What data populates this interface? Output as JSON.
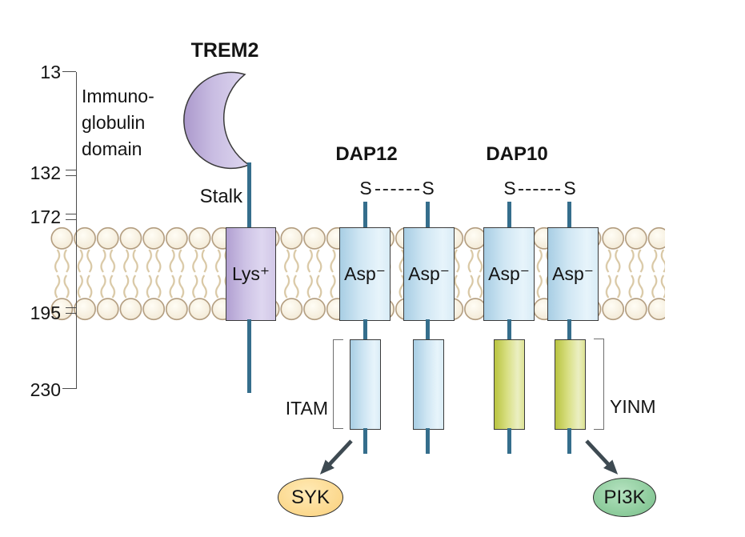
{
  "figure_title": "TREM2",
  "colors": {
    "ig_domain_purple": "#b19fd1",
    "dap_blue": "#a8cee4",
    "yinm_olive": "#b9c440",
    "stem_teal": "#356e8c",
    "lipid_head_fill": "#f6eedb",
    "lipid_outline_tan": "#b29c7e",
    "lipid_tail_tan": "#d9c8a5",
    "syk_yellow": "#fcd98f",
    "pi3k_green": "#8ccb9b",
    "arrow_gray": "#3e4a52",
    "text": "#141414"
  },
  "axis": {
    "ticks": [
      "13",
      "132",
      "172",
      "195",
      "230"
    ],
    "domain_label_lines": [
      "Immuno-",
      "globulin",
      "domain"
    ]
  },
  "trem2": {
    "name": "TREM2",
    "stalk_label": "Stalk",
    "tm_label": "Lys⁺"
  },
  "dap12": {
    "name": "DAP12",
    "s_left": "S",
    "s_right": "S",
    "tm_labels": [
      "Asp⁻",
      "Asp⁻"
    ],
    "motif_label": "ITAM"
  },
  "dap10": {
    "name": "DAP10",
    "s_left": "S",
    "s_right": "S",
    "tm_labels": [
      "Asp⁻",
      "Asp⁻"
    ],
    "motif_label": "YINM"
  },
  "effectors": {
    "syk_label": "SYK",
    "pi3k_label": "PI3K"
  }
}
